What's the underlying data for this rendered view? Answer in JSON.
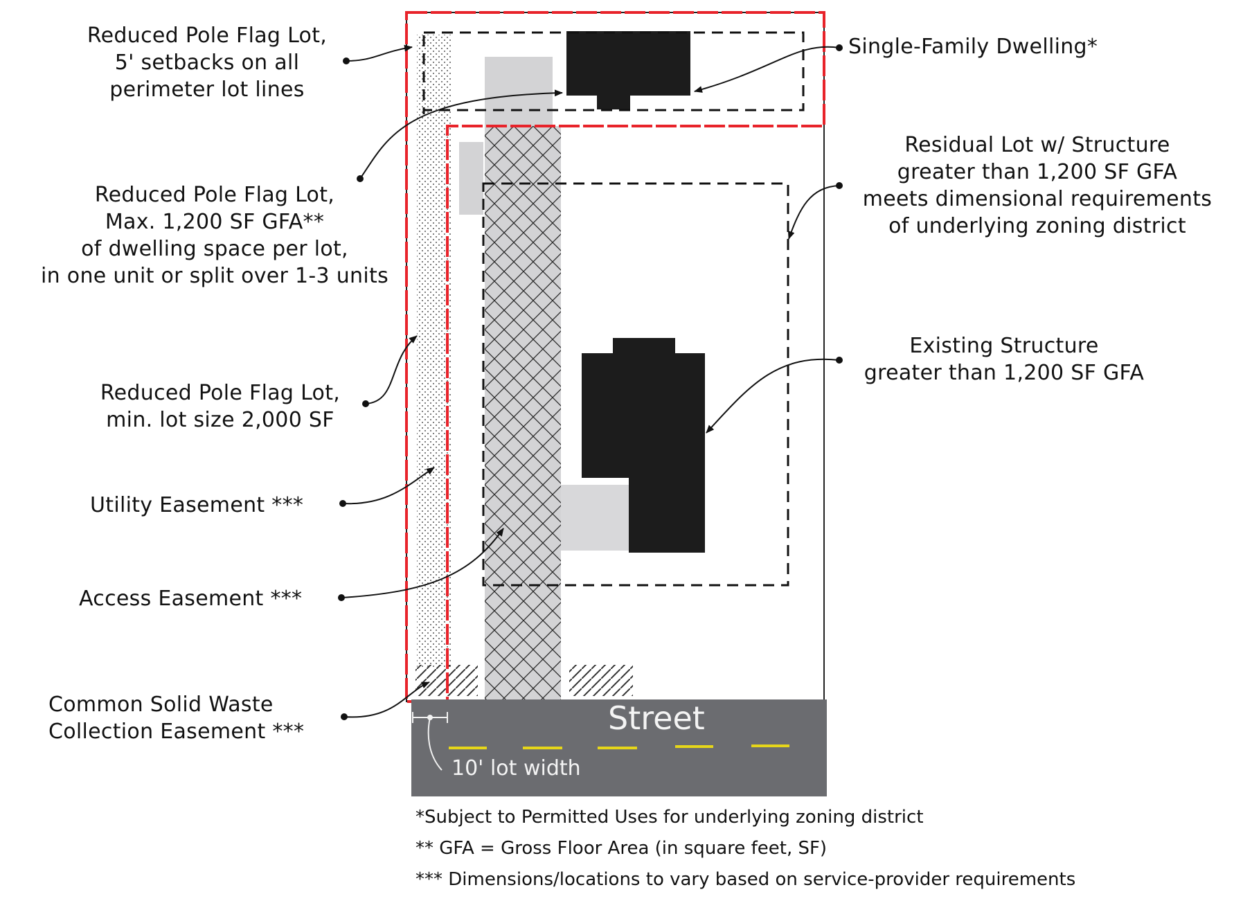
{
  "labels": {
    "perimeter_setback": [
      "Reduced Pole Flag Lot,",
      "5' setbacks on all",
      "perimeter lot lines"
    ],
    "dwelling": "Single-Family Dwelling*",
    "max_gfa": [
      "Reduced Pole Flag Lot,",
      "Max. 1,200 SF GFA**",
      "of dwelling space per lot,",
      "in one unit or split over 1-3 units"
    ],
    "residual_lot": [
      "Residual Lot w/ Structure",
      "greater than 1,200 SF GFA",
      "meets dimensional requirements",
      "of underlying zoning district"
    ],
    "existing_structure": [
      "Existing Structure",
      "greater than 1,200 SF GFA"
    ],
    "min_lot_size": [
      "Reduced Pole Flag Lot,",
      "min. lot size 2,000 SF"
    ],
    "utility_easement": "Utility Easement ***",
    "access_easement": "Access Easement ***",
    "waste_easement": [
      "Common Solid Waste",
      "Collection Easement ***"
    ],
    "street": "Street",
    "lot_width": "10' lot width"
  },
  "notes": [
    "*Subject to Permitted Uses for underlying zoning district",
    "** GFA = Gross Floor Area (in square feet, SF)",
    "*** Dimensions/locations to vary based on service-provider requirements"
  ],
  "colors": {
    "flag_lot_outline": "#e8232a",
    "building": "#1c1c1c",
    "easement_gray": "#d3d3d5",
    "street": "#6b6c70",
    "lane_marking": "#e6d619"
  }
}
